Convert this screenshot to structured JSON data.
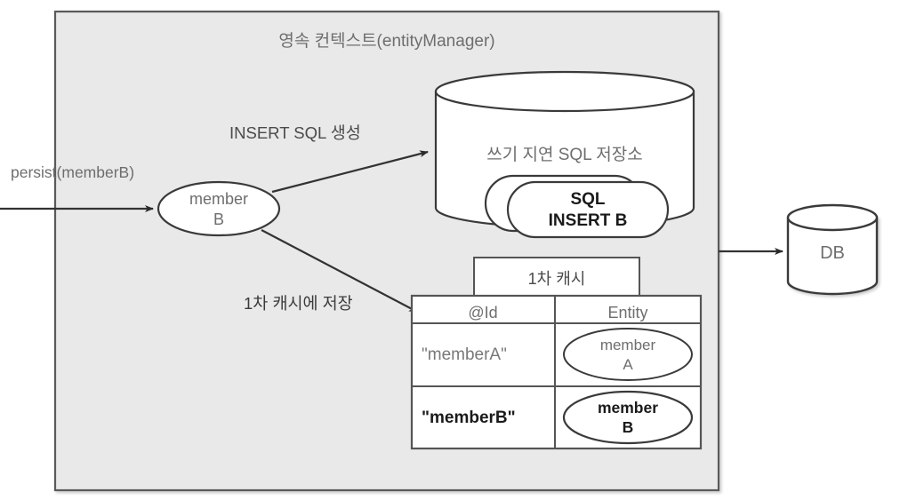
{
  "diagram": {
    "title": "영속 컨텍스트(entityManager)",
    "container": {
      "label": "영속 컨텍스트(entityManager)",
      "fill": "#e9e9e9",
      "stroke": "#5a5a5a"
    },
    "colors": {
      "page_background": "#ffffff",
      "panel_fill": "#e9e9e9",
      "panel_stroke": "#5a5a5a",
      "shape_fill": "#ffffff",
      "shape_stroke": "#3a3a3a",
      "text_gray": "#6e6e6e",
      "text_dark": "#1a1a1a",
      "arrow": "#333333",
      "table_stroke": "#555555"
    },
    "entry": {
      "label": "persist(memberB)",
      "arrow_name": "persist-arrow"
    },
    "entity_node": {
      "line1": "member",
      "line2": "B"
    },
    "edges": [
      {
        "name": "insert-sql-edge",
        "label": "INSERT SQL 생성"
      },
      {
        "name": "first-level-cache-edge",
        "label": "1차 캐시에 저장"
      },
      {
        "name": "flush-to-db-edge",
        "label": ""
      }
    ],
    "sql_store": {
      "label": "쓰기 지연 SQL 저장소",
      "queued_sql": [
        {
          "name": "sql-card-back",
          "line1": "",
          "line2": ""
        },
        {
          "name": "sql-card-front",
          "line1": "SQL",
          "line2": "INSERT B"
        }
      ]
    },
    "cache": {
      "title": "1차 캐시",
      "columns": [
        "@Id",
        "Entity"
      ],
      "rows": [
        {
          "id": "\"memberA\"",
          "entity_line1": "member",
          "entity_line2": "A",
          "emphasis": false
        },
        {
          "id": "\"memberB\"",
          "entity_line1": "member",
          "entity_line2": "B",
          "emphasis": true
        }
      ]
    },
    "database": {
      "label": "DB"
    }
  }
}
